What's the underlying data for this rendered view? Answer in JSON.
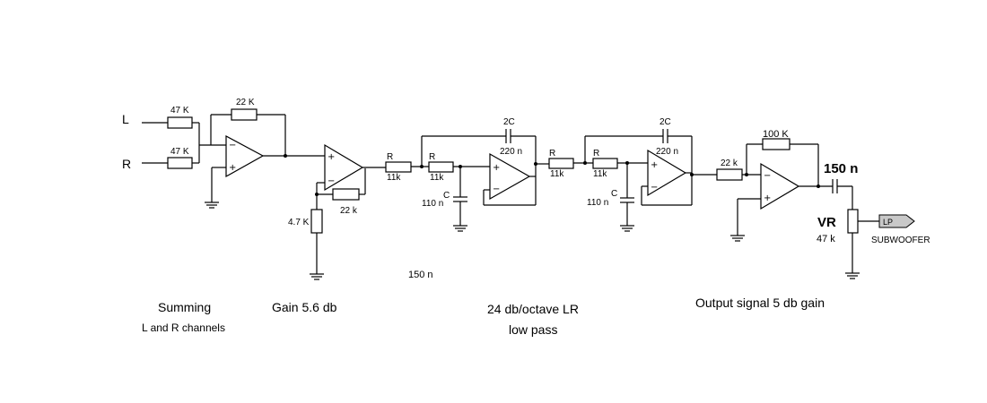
{
  "inputs": {
    "left": "L",
    "right": "R"
  },
  "summing": {
    "r_in_left": "47 K",
    "r_in_right": "47 K",
    "r_feedback": "22 K",
    "caption_title": "Summing",
    "caption_sub": "L and R channels"
  },
  "gain": {
    "r_ground": "4.7 K",
    "r_feedback": "22 k",
    "caption": "Gain  5.6 db"
  },
  "filter": {
    "stage1": {
      "r1_name": "R",
      "r1_value": "11k",
      "r2_value": "11k",
      "c_fb_name": "2C",
      "c_fb_value": "220 n",
      "c_gnd_name": "C",
      "c_gnd_value": "110  n"
    },
    "stage2": {
      "r1_name": "R",
      "r1_value": "11k",
      "r2_value": "11k",
      "c_fb_name": "2C",
      "c_fb_value": "220  n",
      "c_gnd_name": "C",
      "c_gnd_value": "110  n"
    },
    "stray_label": "150 n",
    "caption_line1": "24 db/octave  LR",
    "caption_line2": "low pass"
  },
  "output": {
    "r_in": "22 k",
    "r_feedback": "100 K",
    "cap": "150 n",
    "pot_name": "VR",
    "pot_value": "47 k",
    "connector_tag": "LP",
    "connector_label": "SUBWOOFER",
    "caption": "Output signal 5 db gain"
  }
}
